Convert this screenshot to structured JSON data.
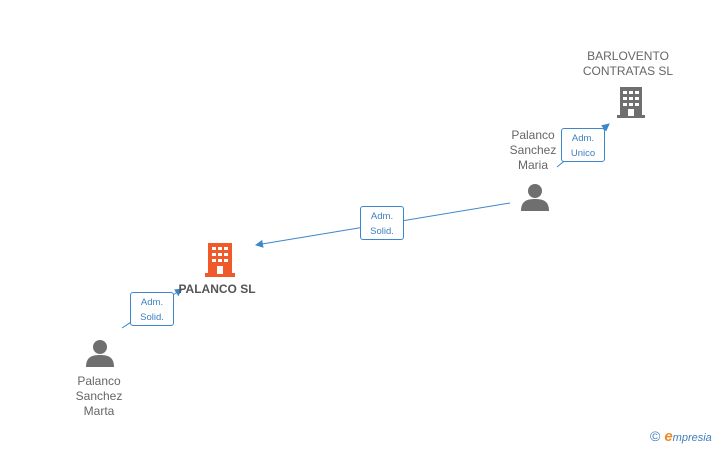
{
  "nodes": {
    "barlovento": {
      "line1": "BARLOVENTO",
      "line2": "CONTRATAS SL",
      "icon": "building-icon",
      "color": "#6f6f6f"
    },
    "palanco_sl": {
      "label": "PALANCO SL",
      "icon": "building-icon",
      "color": "#f05a2a"
    },
    "maria": {
      "line1": "Palanco",
      "line2": "Sanchez",
      "line3": "Maria",
      "icon": "person-icon",
      "color": "#6f6f6f"
    },
    "marta": {
      "line1": "Palanco",
      "line2": "Sanchez",
      "line3": "Marta",
      "icon": "person-icon",
      "color": "#6f6f6f"
    }
  },
  "edges": {
    "maria_to_barlovento": {
      "line1": "Adm.",
      "line2": "Unico"
    },
    "maria_to_palanco": {
      "line1": "Adm.",
      "line2": "Solid."
    },
    "marta_to_palanco": {
      "line1": "Adm.",
      "line2": "Solid."
    }
  },
  "footer": {
    "copyright_symbol": "©",
    "brand_initial": "e",
    "brand_rest": "mpresia"
  },
  "colors": {
    "edge": "#3d86c9",
    "label_text": "#666666"
  }
}
